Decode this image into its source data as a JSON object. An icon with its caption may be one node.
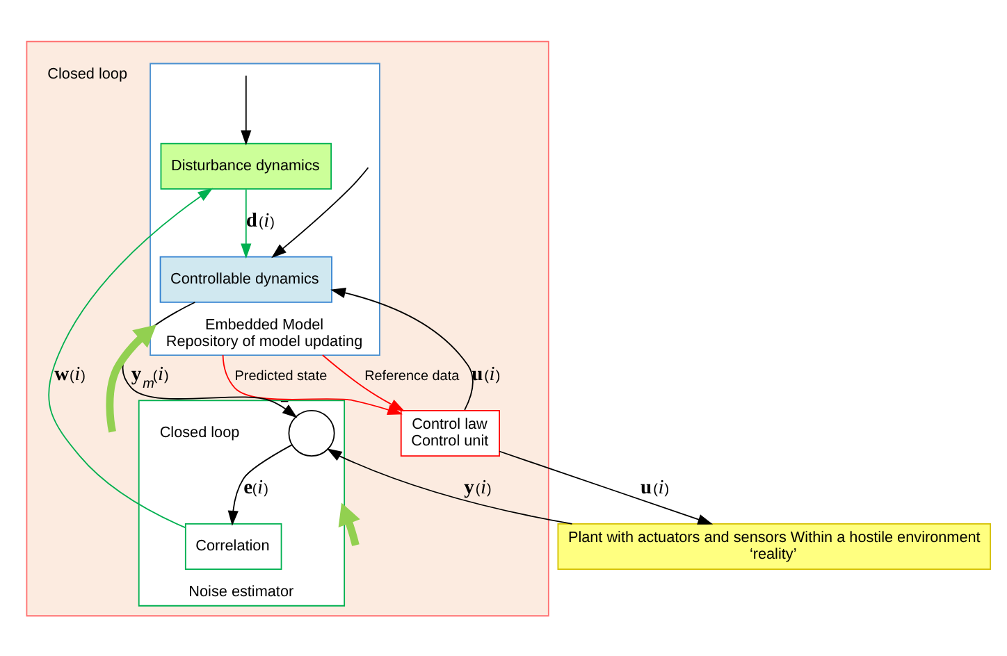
{
  "diagram": {
    "nodes": [
      {
        "text": [
          "Plant with actuators and sensors Within a hostile environment",
          "‘reality’"
        ]
      },
      {
        "text": [],
        "shape": "box"
      },
      {
        "text": [
          "Control law",
          "Control unit"
        ],
        "in": 1
      },
      {
        "text": [
          "Embedded Model",
          "Repository of model updating"
        ],
        "in": 1
      },
      {
        "text": [
          "Controllable dynamics"
        ],
        "in": 3
      },
      {
        "text": [
          "Disturbance dynamics"
        ],
        "in": 3
      },
      {
        "text": [
          "Noise estimator"
        ],
        "in": 1
      },
      {
        "text": [],
        "shape": "circle",
        "in": 6,
        "beside": [
          "−"
        ]
      },
      {
        "text": [
          "Correlation"
        ],
        "in": 6
      }
    ],
    "edges": [
      {
        "from": 2,
        "to": 0,
        "arrow": "to",
        "label": "**u**(*i*)"
      },
      {
        "from": 0,
        "to": 7,
        "arrow": "to",
        "label": "**y**(*i*)"
      },
      {
        "from": 2,
        "to": 4,
        "arrow": "to",
        "label": "**u**(*i*)"
      },
      {
        "from": null,
        "to": 4,
        "arrow": "to"
      },
      {
        "from": null,
        "to": 5,
        "arrow": "to"
      },
      {
        "from": 4,
        "to": 7,
        "arrow": "to",
        "label": "**y**$_{m}$(*i*)"
      },
      {
        "from": 7,
        "to": 8,
        "arrow": "to",
        "label": "**e**(*i*)"
      },
      {
        "from": 8,
        "to": 5,
        "arrow": "to",
        "label": "**w**(*i*)",
        "color": "#00b050"
      },
      {
        "from": 5,
        "to": 4,
        "arrow": "to",
        "label": "**d**(*i*)",
        "color": "#00b050"
      },
      {
        "from": 3,
        "to": 2,
        "arrow": "to",
        "label": "Predicted state",
        "color": "#ff0000"
      },
      {
        "from": 3,
        "to": 2,
        "arrow": "to",
        "label": "Reference data",
        "color": "#ff0000"
      },
      {
        "from": null,
        "to": 3,
        "arrow": "to",
        "style": "thick",
        "color": "#92d050"
      },
      {
        "from": null,
        "to": 6,
        "arrow": "to",
        "style": "thick",
        "color": "#92d050"
      }
    ],
    "labels": [
      "Closed loop",
      "Closed loop"
    ]
  }
}
